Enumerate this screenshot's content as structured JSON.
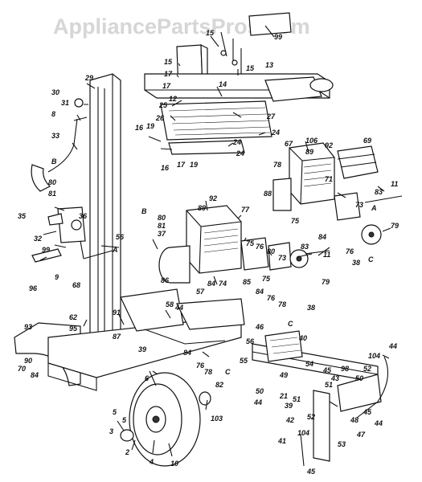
{
  "watermark": "AppliancePartsPros.com",
  "callouts": [
    {
      "id": "c99",
      "text": "99"
    },
    {
      "id": "c15a",
      "text": "15"
    },
    {
      "id": "c13",
      "text": "13"
    },
    {
      "id": "c15b",
      "text": "15"
    },
    {
      "id": "c15c",
      "text": "15"
    },
    {
      "id": "c17a",
      "text": "17"
    },
    {
      "id": "c17b",
      "text": "17"
    },
    {
      "id": "c12",
      "text": "12"
    },
    {
      "id": "c25",
      "text": "25"
    },
    {
      "id": "c14",
      "text": "14"
    },
    {
      "id": "c27",
      "text": "27"
    },
    {
      "id": "c26",
      "text": "26"
    },
    {
      "id": "c24a",
      "text": "24"
    },
    {
      "id": "c24b",
      "text": "24"
    },
    {
      "id": "c24c",
      "text": "24"
    },
    {
      "id": "c16a",
      "text": "16"
    },
    {
      "id": "c19a",
      "text": "19"
    },
    {
      "id": "c16b",
      "text": "16"
    },
    {
      "id": "c17c",
      "text": "17"
    },
    {
      "id": "c19b",
      "text": "19"
    },
    {
      "id": "c29",
      "text": "29"
    },
    {
      "id": "c30",
      "text": "30"
    },
    {
      "id": "c31",
      "text": "31"
    },
    {
      "id": "c8",
      "text": "8"
    },
    {
      "id": "c33",
      "text": "33"
    },
    {
      "id": "cB1",
      "text": "B"
    },
    {
      "id": "c80a",
      "text": "80"
    },
    {
      "id": "c81a",
      "text": "81"
    },
    {
      "id": "c36",
      "text": "36"
    },
    {
      "id": "c35",
      "text": "35"
    },
    {
      "id": "c32",
      "text": "32"
    },
    {
      "id": "c99b",
      "text": "99"
    },
    {
      "id": "cA1",
      "text": "A"
    },
    {
      "id": "c96",
      "text": "96"
    },
    {
      "id": "c9",
      "text": "9"
    },
    {
      "id": "c68",
      "text": "68"
    },
    {
      "id": "cB2",
      "text": "B"
    },
    {
      "id": "c80b",
      "text": "80"
    },
    {
      "id": "c81b",
      "text": "81"
    },
    {
      "id": "c37",
      "text": "37"
    },
    {
      "id": "c56",
      "text": "56"
    },
    {
      "id": "c92a",
      "text": "92"
    },
    {
      "id": "c89a",
      "text": "89"
    },
    {
      "id": "c77",
      "text": "77"
    },
    {
      "id": "c75a",
      "text": "75"
    },
    {
      "id": "c76a",
      "text": "76"
    },
    {
      "id": "c80c",
      "text": "80"
    },
    {
      "id": "c73a",
      "text": "73"
    },
    {
      "id": "c86",
      "text": "86"
    },
    {
      "id": "c57",
      "text": "57"
    },
    {
      "id": "c84a",
      "text": "84"
    },
    {
      "id": "c74",
      "text": "74"
    },
    {
      "id": "c85",
      "text": "85"
    },
    {
      "id": "c75b",
      "text": "75"
    },
    {
      "id": "c84b",
      "text": "84"
    },
    {
      "id": "c76b",
      "text": "76"
    },
    {
      "id": "c78a",
      "text": "78"
    },
    {
      "id": "c79a",
      "text": "79"
    },
    {
      "id": "cC1",
      "text": "C"
    },
    {
      "id": "c38a",
      "text": "38"
    },
    {
      "id": "c83a",
      "text": "83"
    },
    {
      "id": "c11a",
      "text": "11"
    },
    {
      "id": "c69",
      "text": "69"
    },
    {
      "id": "c67",
      "text": "67"
    },
    {
      "id": "c106",
      "text": "106"
    },
    {
      "id": "c89b",
      "text": "89"
    },
    {
      "id": "c92b",
      "text": "92"
    },
    {
      "id": "c78b",
      "text": "78"
    },
    {
      "id": "c71",
      "text": "71"
    },
    {
      "id": "c88",
      "text": "88"
    },
    {
      "id": "c75c",
      "text": "75"
    },
    {
      "id": "c84c",
      "text": "84"
    },
    {
      "id": "c73b",
      "text": "73"
    },
    {
      "id": "cA2",
      "text": "A"
    },
    {
      "id": "c76c",
      "text": "76"
    },
    {
      "id": "c83b",
      "text": "83"
    },
    {
      "id": "c11b",
      "text": "11"
    },
    {
      "id": "c79b",
      "text": "79"
    },
    {
      "id": "cC2",
      "text": "C"
    },
    {
      "id": "c38b",
      "text": "38"
    },
    {
      "id": "c62",
      "text": "62"
    },
    {
      "id": "c91",
      "text": "91"
    },
    {
      "id": "c58",
      "text": "58"
    },
    {
      "id": "c44a",
      "text": "44"
    },
    {
      "id": "c95",
      "text": "95"
    },
    {
      "id": "c93",
      "text": "93"
    },
    {
      "id": "c87",
      "text": "87"
    },
    {
      "id": "c39a",
      "text": "39"
    },
    {
      "id": "c84d",
      "text": "84"
    },
    {
      "id": "c76d",
      "text": "76"
    },
    {
      "id": "c90",
      "text": "90"
    },
    {
      "id": "c70",
      "text": "70"
    },
    {
      "id": "c84e",
      "text": "84"
    },
    {
      "id": "c78c",
      "text": "78"
    },
    {
      "id": "c82",
      "text": "82"
    },
    {
      "id": "cC3",
      "text": "C"
    },
    {
      "id": "c46",
      "text": "46"
    },
    {
      "id": "c40",
      "text": "40"
    },
    {
      "id": "c55",
      "text": "55"
    },
    {
      "id": "c56b",
      "text": "56"
    },
    {
      "id": "c49",
      "text": "49"
    },
    {
      "id": "c21",
      "text": "21"
    },
    {
      "id": "c54",
      "text": "54"
    },
    {
      "id": "c45a",
      "text": "45"
    },
    {
      "id": "c98",
      "text": "98"
    },
    {
      "id": "c104a",
      "text": "104"
    },
    {
      "id": "c44b",
      "text": "44"
    },
    {
      "id": "c52a",
      "text": "52"
    },
    {
      "id": "c43",
      "text": "43"
    },
    {
      "id": "c50a",
      "text": "50"
    },
    {
      "id": "c51a",
      "text": "51"
    },
    {
      "id": "c50b",
      "text": "50"
    },
    {
      "id": "c44c",
      "text": "44"
    },
    {
      "id": "c39b",
      "text": "39"
    },
    {
      "id": "c51b",
      "text": "51"
    },
    {
      "id": "c45b",
      "text": "45"
    },
    {
      "id": "c48",
      "text": "48"
    },
    {
      "id": "c44d",
      "text": "44"
    },
    {
      "id": "c47",
      "text": "47"
    },
    {
      "id": "c42",
      "text": "42"
    },
    {
      "id": "c52b",
      "text": "52"
    },
    {
      "id": "c41",
      "text": "41"
    },
    {
      "id": "c104b",
      "text": "104"
    },
    {
      "id": "c53",
      "text": "53"
    },
    {
      "id": "c45c",
      "text": "45"
    },
    {
      "id": "c6",
      "text": "6"
    },
    {
      "id": "c103",
      "text": "103"
    },
    {
      "id": "c5a",
      "text": "5"
    },
    {
      "id": "c5b",
      "text": "5"
    },
    {
      "id": "c3",
      "text": "3"
    },
    {
      "id": "c2",
      "text": "2"
    },
    {
      "id": "c4",
      "text": "4"
    },
    {
      "id": "c10",
      "text": "10"
    }
  ]
}
